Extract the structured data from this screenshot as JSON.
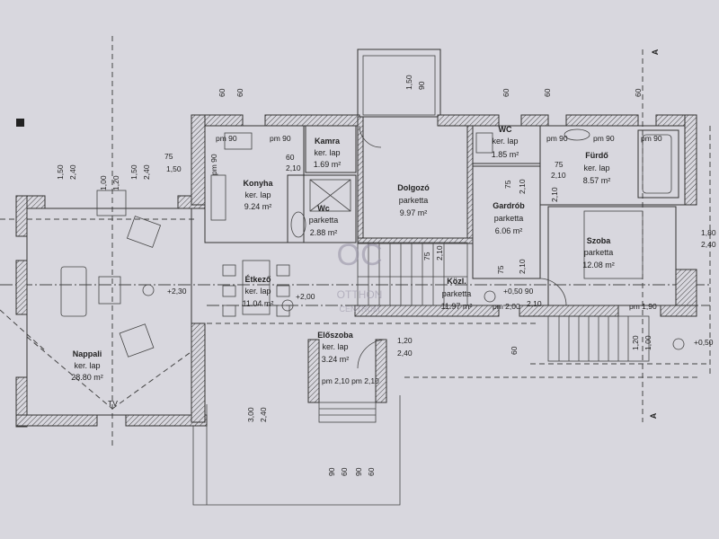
{
  "plan": {
    "rooms": [
      {
        "name": "Nappali",
        "floor": "ker. lap",
        "area": "28.80 m²"
      },
      {
        "name": "Konyha",
        "floor": "ker. lap",
        "area": "9.24 m²"
      },
      {
        "name": "Kamra",
        "floor": "ker. lap",
        "area": "1.69 m²"
      },
      {
        "name": "Wc",
        "floor": "parketta",
        "area": "2.88 m²"
      },
      {
        "name": "Dolgozó",
        "floor": "parketta",
        "area": "9.97 m²"
      },
      {
        "name": "WC",
        "floor": "ker. lap",
        "area": "1.85 m²"
      },
      {
        "name": "Fürdő",
        "floor": "ker. lap",
        "area": "8.57 m²"
      },
      {
        "name": "Gardrób",
        "floor": "parketta",
        "area": "6.06 m²"
      },
      {
        "name": "Szoba",
        "floor": "parketta",
        "area": "12.08 m²"
      },
      {
        "name": "Étkező",
        "floor": "ker. lap",
        "area": "11.04 m²"
      },
      {
        "name": "Közl.",
        "floor": "parketta",
        "area": "11.97 m²"
      },
      {
        "name": "Előszoba",
        "floor": "ker. lap",
        "area": "3.24 m²"
      }
    ],
    "levels": [
      "+2,30",
      "+2,00",
      "+0,50 90",
      "+0,50"
    ],
    "section_mark": "A",
    "dimensions": [
      "1,50",
      "2,40",
      "1,00",
      "1,20",
      "75",
      "1,50",
      "2,40",
      "1,50",
      "pm 90",
      "pm 90",
      "pm 90",
      "60",
      "2,10",
      "1,50",
      "90",
      "60",
      "60",
      "pm 90",
      "pm 90",
      "pm 90",
      "2,10",
      "75",
      "2,10",
      "75",
      "2,10",
      "75",
      "2,10",
      "1,80",
      "2,40",
      "75",
      "2,10",
      "pm 2,00",
      "2,10",
      "pm 1,90",
      "1,20",
      "2,40",
      "pm 2,10 pm 2,10",
      "3,00",
      "2,40",
      "90",
      "60",
      "90",
      "60",
      "1,20",
      "1,00",
      "60",
      "60",
      "60",
      "60",
      "TV"
    ],
    "watermark": "OC OTTHON CENTRUM"
  }
}
